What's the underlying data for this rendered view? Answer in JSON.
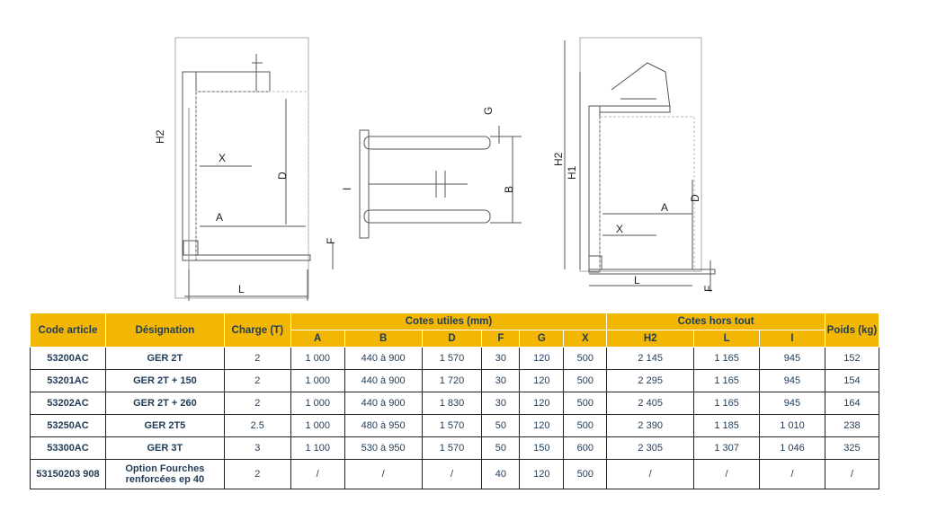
{
  "drawings": {
    "side_view": {
      "H2": "H2",
      "X": "X",
      "D": "D",
      "A": "A",
      "F": "F",
      "L": "L"
    },
    "top_view": {
      "G": "G",
      "I": "I",
      "B": "B"
    },
    "right_view": {
      "H2": "H2",
      "H1": "H1",
      "D": "D",
      "A": "A",
      "X": "X",
      "L": "L",
      "F": "F"
    }
  },
  "table": {
    "headers": {
      "code": "Code article",
      "designation": "Désignation",
      "charge": "Charge (T)",
      "cotes_utiles": "Cotes utiles (mm)",
      "cotes_hors_tout": "Cotes hors tout",
      "poids": "Poids (kg)",
      "sub": [
        "A",
        "B",
        "D",
        "F",
        "G",
        "X",
        "H2",
        "L",
        "I"
      ]
    },
    "rows": [
      [
        "53200AC",
        "GER 2T",
        "2",
        "1 000",
        "440 à 900",
        "1 570",
        "30",
        "120",
        "500",
        "2 145",
        "1 165",
        "945",
        "152"
      ],
      [
        "53201AC",
        "GER 2T + 150",
        "2",
        "1 000",
        "440 à 900",
        "1 720",
        "30",
        "120",
        "500",
        "2 295",
        "1 165",
        "945",
        "154"
      ],
      [
        "53202AC",
        "GER 2T + 260",
        "2",
        "1 000",
        "440 à 900",
        "1 830",
        "30",
        "120",
        "500",
        "2 405",
        "1 165",
        "945",
        "164"
      ],
      [
        "53250AC",
        "GER 2T5",
        "2.5",
        "1 000",
        "480 à 950",
        "1 570",
        "50",
        "120",
        "500",
        "2 390",
        "1 185",
        "1 010",
        "238"
      ],
      [
        "53300AC",
        "GER 3T",
        "3",
        "1 100",
        "530 à 950",
        "1 570",
        "50",
        "150",
        "600",
        "2 305",
        "1 307",
        "1 046",
        "325"
      ],
      [
        "53150203 908",
        "Option Fourches renforcées ep 40",
        "2",
        "/",
        "/",
        "/",
        "40",
        "120",
        "500",
        "/",
        "/",
        "/",
        "/"
      ]
    ]
  }
}
